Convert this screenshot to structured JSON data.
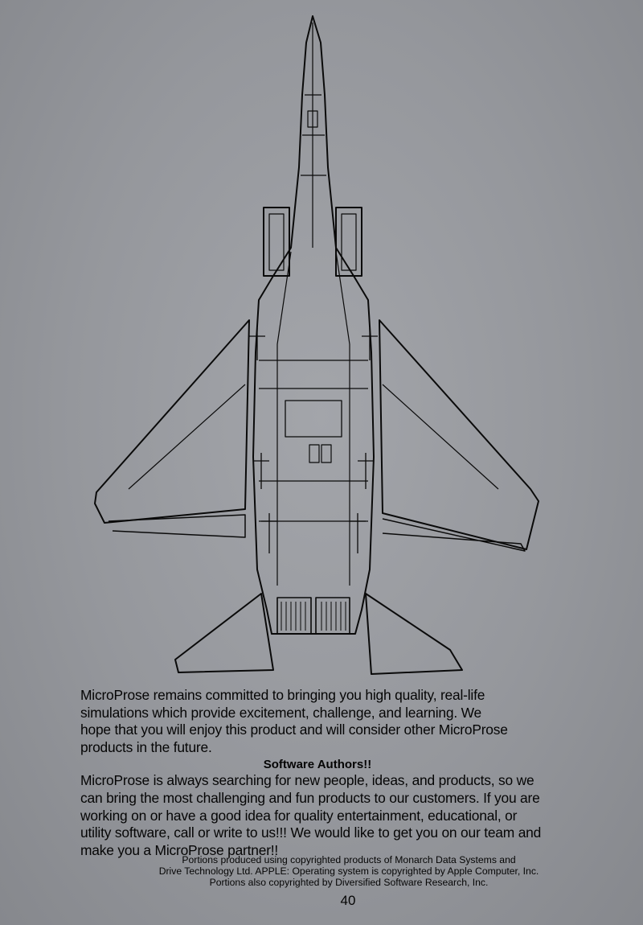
{
  "illustration": {
    "subject": "fighter-jet-top-view",
    "line_color": "#0a0a0a"
  },
  "body_text": {
    "intro_lines": [
      "MicroProse remains committed to bringing you high quality, real-life",
      "simulations which provide excitement, challenge, and learning. We",
      "hope that you will enjoy this product and will consider other MicroProse",
      "products in the future."
    ],
    "heading": "Software Authors!!",
    "authors_lines": [
      "MicroProse is always searching for new people, ideas, and products, so we",
      "can bring the most challenging and fun products to our customers. If you are",
      "working on or have a good idea for quality entertainment, educational, or",
      "utility software, call or write to us!!! We would like to get you on our team and",
      "make you a MicroProse partner!!"
    ]
  },
  "copyright_lines": [
    "Portions produced using copyrighted products of Monarch Data Systems and",
    "Drive Technology Ltd. APPLE: Operating system is copyrighted by Apple Computer, Inc.",
    "Portions also copyrighted by Diversified Software Research, Inc."
  ],
  "page_number": "40"
}
